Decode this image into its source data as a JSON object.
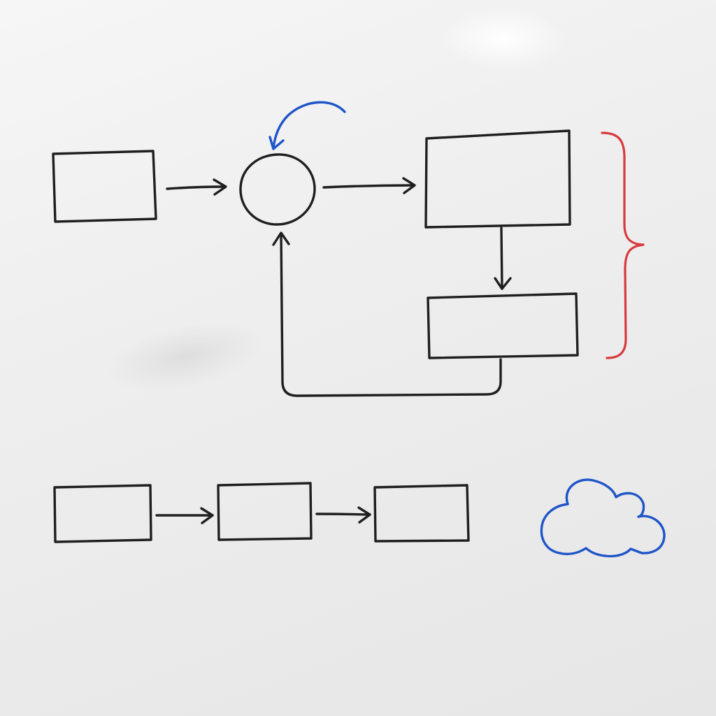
{
  "board": {
    "ink_colors": {
      "black": "#1f1f1f",
      "blue": "#1f55c8",
      "red": "#d8393c"
    }
  },
  "diagram": {
    "nodes": [
      {
        "id": "box-left",
        "shape": "rectangle"
      },
      {
        "id": "circle-center",
        "shape": "circle"
      },
      {
        "id": "box-right-large",
        "shape": "rectangle"
      },
      {
        "id": "box-right-lower",
        "shape": "rectangle"
      },
      {
        "id": "row-box-1",
        "shape": "rectangle"
      },
      {
        "id": "row-box-2",
        "shape": "rectangle"
      },
      {
        "id": "row-box-3",
        "shape": "rectangle"
      },
      {
        "id": "cloud",
        "shape": "cloud"
      }
    ],
    "edges": [
      {
        "from": "box-left",
        "to": "circle-center"
      },
      {
        "from": "circle-center",
        "to": "box-right-large"
      },
      {
        "from": "box-right-large",
        "to": "box-right-lower"
      },
      {
        "from": "box-right-lower",
        "to": "circle-center"
      },
      {
        "from": "row-box-1",
        "to": "row-box-2"
      },
      {
        "from": "row-box-2",
        "to": "row-box-3"
      }
    ],
    "annotations": [
      {
        "type": "curved-arrow",
        "target": "circle-center",
        "color": "blue"
      },
      {
        "type": "curly-brace",
        "groups": [
          "box-right-large",
          "box-right-lower"
        ],
        "color": "red"
      }
    ]
  }
}
